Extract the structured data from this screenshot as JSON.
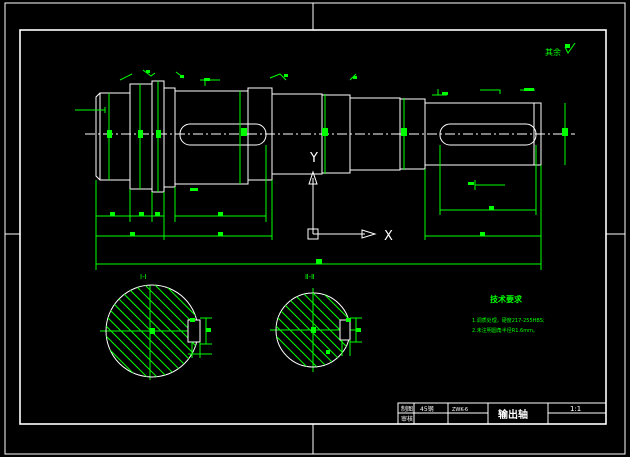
{
  "colors": {
    "background": "#000000",
    "outline": "#ffffff",
    "dimension": "#00ff00"
  },
  "drawing": {
    "roughness_note": "其余",
    "section_labels": [
      "Ⅰ-Ⅰ",
      "Ⅱ-Ⅱ"
    ],
    "axis_labels": {
      "y": "Y",
      "x": "X"
    },
    "tech_requirements": {
      "title": "技术要求",
      "items": [
        "1.调质处理，硬度217-255HBS;",
        "2.未注明圆角半径R1.6mm。"
      ]
    }
  },
  "title_block": {
    "row1": [
      "制图",
      "",
      "",
      ""
    ],
    "row2": [
      "审核",
      "",
      "",
      ""
    ],
    "name": "输出轴",
    "material": "45钢",
    "scale": "1:1",
    "sheet_code": "ZWK-6"
  }
}
